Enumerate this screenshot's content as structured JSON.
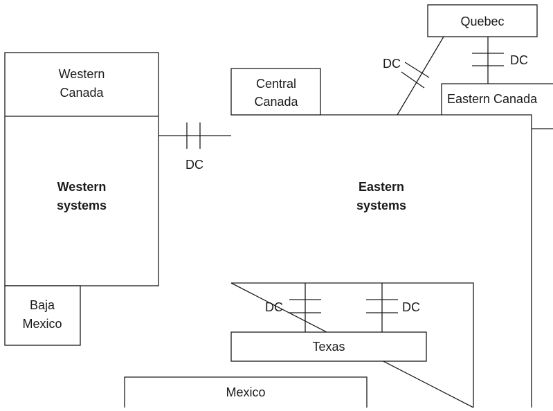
{
  "regions": {
    "western_canada": [
      "Western",
      "Canada"
    ],
    "western_systems": [
      "Western",
      "systems"
    ],
    "baja_mexico": [
      "Baja",
      "Mexico"
    ],
    "central_canada": [
      "Central",
      "Canada"
    ],
    "quebec": "Quebec",
    "eastern_canada": "Eastern Canada",
    "eastern_systems": [
      "Eastern",
      "systems"
    ],
    "texas": "Texas",
    "mexico": "Mexico"
  },
  "links": {
    "west_east": "DC",
    "quebec_east": "DC",
    "quebec_eastern_canada": "DC",
    "texas_left": "DC",
    "texas_right": "DC"
  }
}
